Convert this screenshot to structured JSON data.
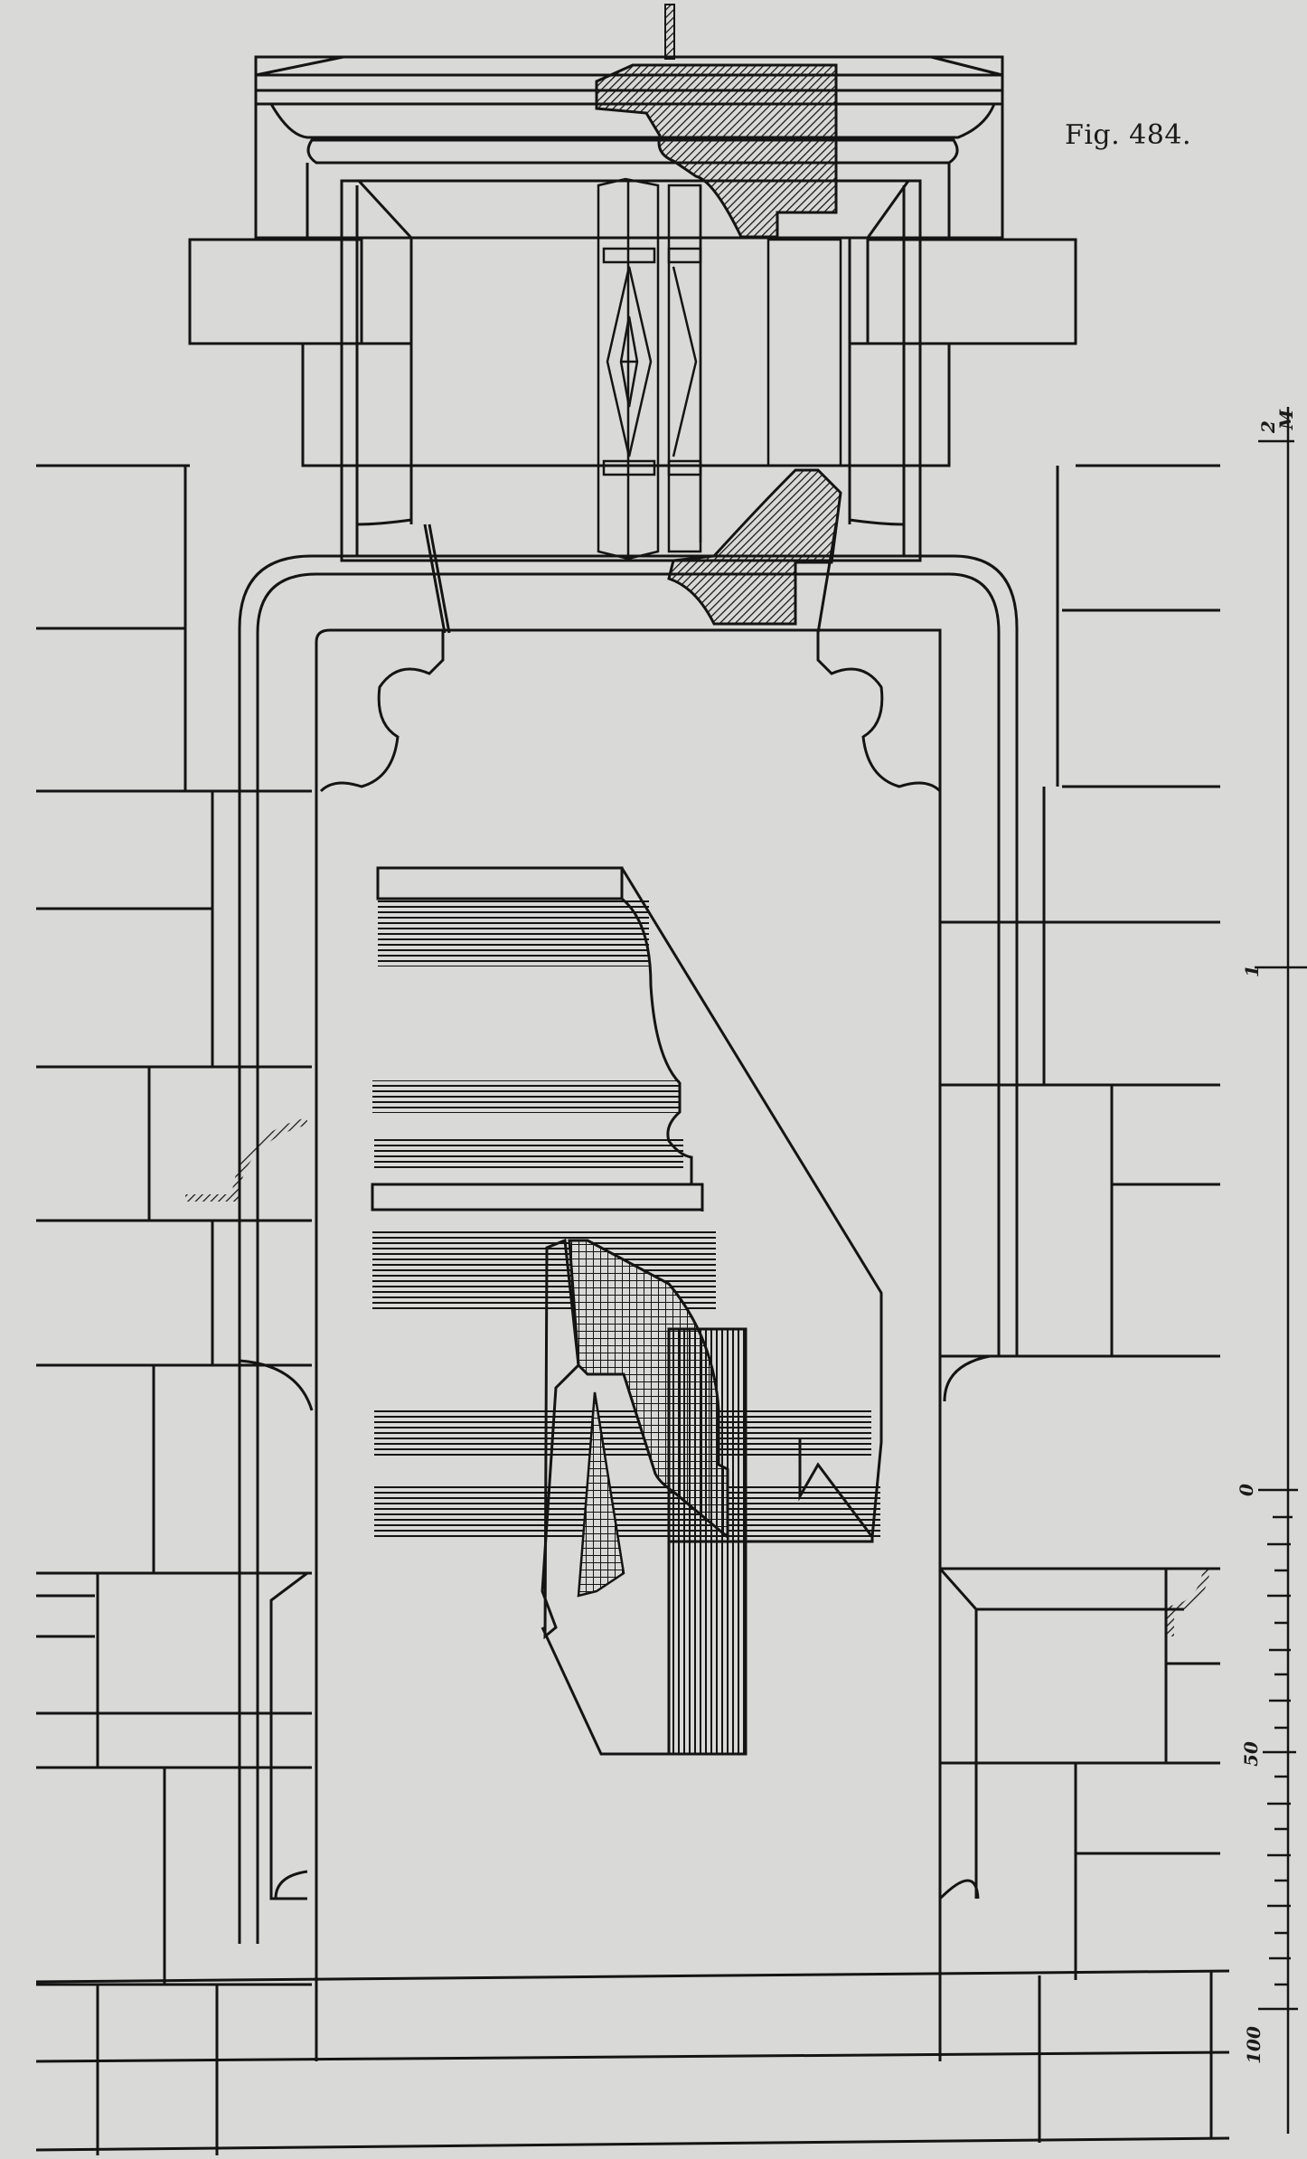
{
  "figure": {
    "label": "Fig. 484.",
    "subject": "Architectural elevation of a stone window opening with corbelled lintel, moulded jambs and sectional perspective detail of the sill/jamb moulding",
    "background_color": "#d9d9d7",
    "ink_color": "#141414"
  },
  "scale_bar": {
    "unit_label": "M",
    "labels": [
      {
        "text": "2",
        "position": "top"
      },
      {
        "text": "1",
        "position": "upper-middle"
      },
      {
        "text": "0",
        "position": "middle"
      },
      {
        "text": "50",
        "position": "lower-middle"
      },
      {
        "text": "100",
        "position": "bottom"
      }
    ],
    "minor_ticks_between_0_and_100": 10
  },
  "elements": {
    "lintel": "Corbelled lintel with cyma cornice and hatched profile section",
    "mullion": "Central mullion with diamond-lattice panels",
    "jambs": "Rounded-corner moulded window reveal with trefoil cusps",
    "detail": "Perspective section of sill moulding with cross-hatched jamb profile",
    "masonry": "Coursed ashlar blocks on both sides"
  }
}
